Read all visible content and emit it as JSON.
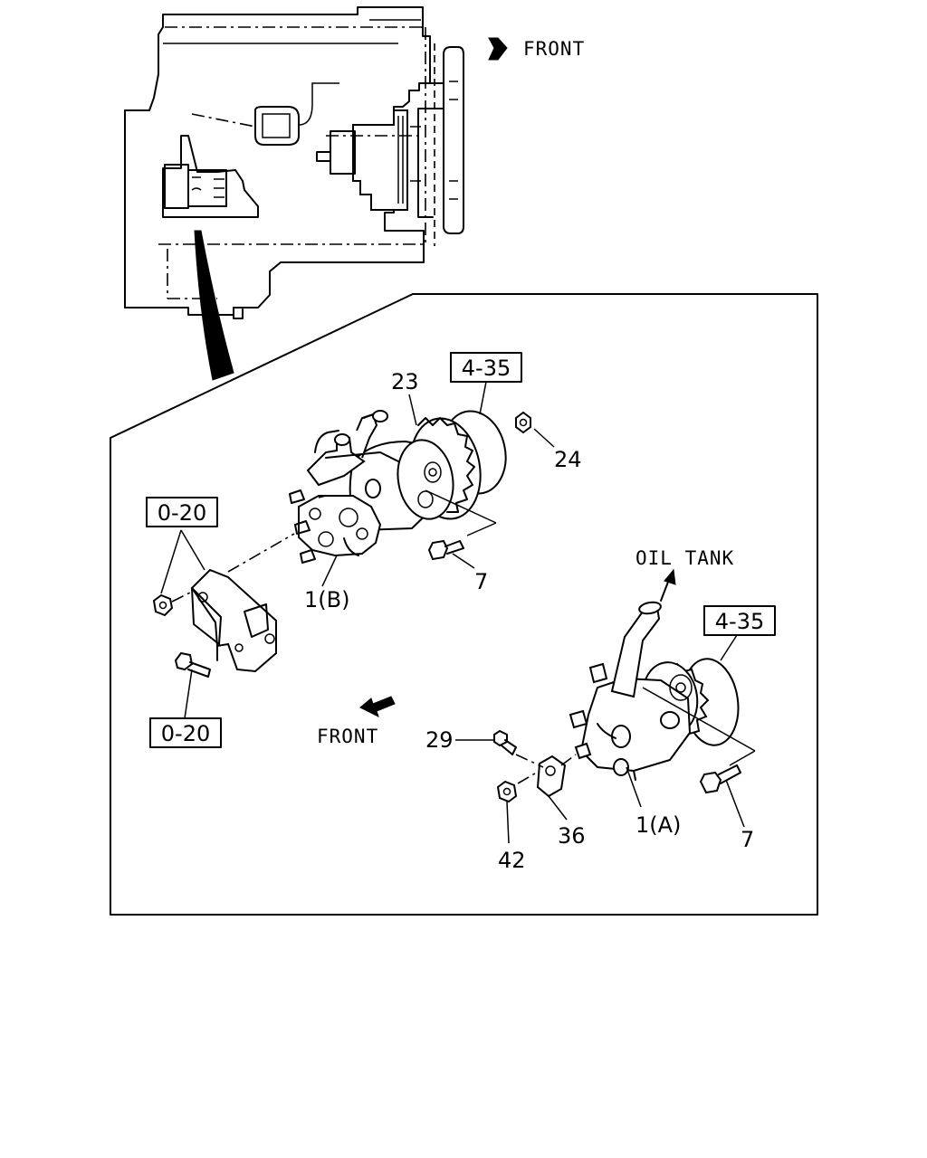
{
  "diagram": {
    "labels": {
      "front_top": "FRONT",
      "front_lower": "FRONT",
      "oil_tank": "OIL TANK",
      "ref_4_35_a": "4-35",
      "ref_4_35_b": "4-35",
      "ref_0_20_a": "0-20",
      "ref_0_20_b": "0-20",
      "part_23": "23",
      "part_24": "24",
      "part_7_a": "7",
      "part_7_b": "7",
      "part_1b": "1(B)",
      "part_1a": "1(A)",
      "part_29": "29",
      "part_36": "36",
      "part_42": "42"
    }
  }
}
